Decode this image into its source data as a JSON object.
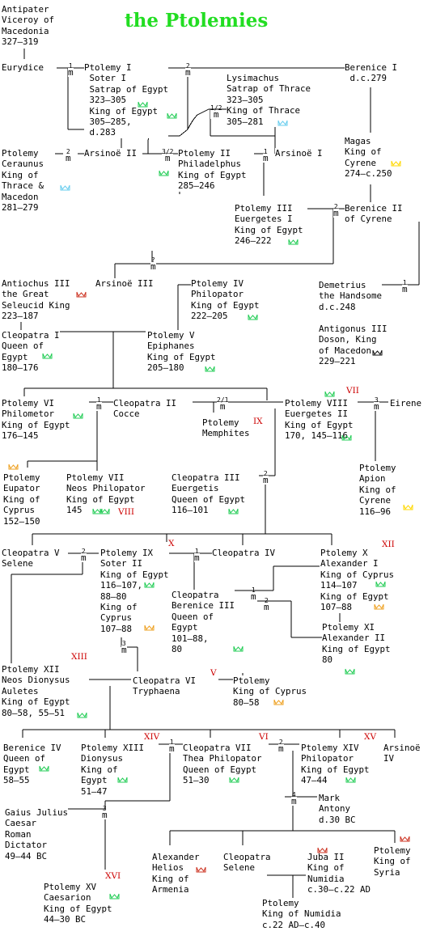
{
  "title": "the Ptolemies",
  "colors": {
    "title": "#22dd22",
    "crown_egypt": "#22cc55",
    "crown_thrace": "#66ccee",
    "crown_cyrene": "#ffd800",
    "crown_seleucid": "#cc3322",
    "crown_cyprus": "#eea020",
    "crown_macedon": "#111111",
    "ordinal": "#cc0000"
  },
  "people": {
    "antipater": [
      "Antipater",
      "Viceroy of",
      "Macedonia",
      "327–319"
    ],
    "eurydice": [
      "Eurydice"
    ],
    "ptolemy1": [
      "Ptolemy I",
      " Soter I",
      " Satrap of Egypt",
      " 323–305",
      " King of Egypt",
      " 305–285,",
      " d.283"
    ],
    "berenice1": [
      "Berenice I",
      " d.c.279"
    ],
    "lysimachus": [
      "Lysimachus",
      "Satrap of Thrace",
      "323–305",
      "King of Thrace",
      "305–281"
    ],
    "magas": [
      "Magas",
      "King of",
      "Cyrene",
      "274–c.250"
    ],
    "ceraunus": [
      "Ptolemy",
      "Ceraunus",
      "King of",
      "Thrace &",
      "Macedon",
      "281–279"
    ],
    "arsinoe2": [
      "Arsinoë II"
    ],
    "ptolemy2": [
      "Ptolemy II",
      "Philadelphus",
      "King of Egypt",
      "285–246"
    ],
    "arsinoe1": [
      "Arsinoë I"
    ],
    "ptolemy3": [
      "Ptolemy III",
      "Euergetes I",
      "King of Egypt",
      "246–222"
    ],
    "berenice2": [
      "Berenice II",
      "of Cyrene"
    ],
    "antiochus3": [
      "Antiochus III",
      "the Great",
      "Seleucid King",
      "223–187"
    ],
    "arsinoe3": [
      "Arsinoë III"
    ],
    "ptolemy4": [
      "Ptolemy IV",
      "Philopator",
      "King of Egypt",
      "222–205"
    ],
    "demetrius": [
      "Demetrius",
      "the Handsome",
      "d.c.248"
    ],
    "antigonus3": [
      "Antigonus III",
      "Doson, King",
      "of Macedon",
      "229–221"
    ],
    "cleopatra1": [
      "Cleopatra I",
      "Queen of",
      "Egypt",
      "180–176"
    ],
    "ptolemy5": [
      "Ptolemy V",
      "Epiphanes",
      "King of Egypt",
      "205–180"
    ],
    "ptolemy6": [
      "Ptolemy VI",
      "Philometor",
      "King of Egypt",
      "176–145"
    ],
    "cleopatra2": [
      "Cleopatra II",
      "Cocce"
    ],
    "memphites": [
      "Ptolemy",
      "Memphites"
    ],
    "ptolemy8": [
      "Ptolemy VIII",
      "Euergetes II",
      "King of Egypt",
      "170, 145–116"
    ],
    "eirene": [
      "Eirene"
    ],
    "eupator": [
      "Ptolemy",
      "Eupator",
      "King of",
      "Cyprus",
      "152–150"
    ],
    "ptolemy7": [
      "Ptolemy VII",
      "Neos Philopator",
      "King of Egypt",
      "145"
    ],
    "cleopatra3": [
      "Cleopatra III",
      "Euergetis",
      "Queen of Egypt",
      "116–101"
    ],
    "apion": [
      "Ptolemy",
      "Apion",
      "King of",
      "Cyrene",
      "116–96"
    ],
    "cleopatra5": [
      "Cleopatra V",
      "Selene"
    ],
    "ptolemy9": [
      "Ptolemy IX",
      "Soter II",
      "King of Egypt",
      "116–107,",
      "88–80",
      "King of",
      "Cyprus",
      "107–88"
    ],
    "cleopatra4": [
      "Cleopatra IV"
    ],
    "ptolemy10": [
      "Ptolemy X",
      "Alexander I",
      "King of Cyprus",
      "114–107",
      "King of Egypt",
      "107–88"
    ],
    "berenice3": [
      "Cleopatra",
      "Berenice III",
      "Queen of",
      "Egypt",
      "101–88,",
      "80"
    ],
    "ptolemy11": [
      "Ptolemy XI",
      "Alexander II",
      "King of Egypt",
      "80"
    ],
    "ptolemy12": [
      "Ptolemy XII",
      "Neos Dionysus",
      "Auletes",
      "King of Egypt",
      "80–58, 55–51"
    ],
    "cleopatra6": [
      "Cleopatra VI",
      "Tryphaena"
    ],
    "ptolemy_cyprus": [
      "Ptolemy",
      "King of Cyprus",
      "80–58"
    ],
    "berenice4": [
      "Berenice IV",
      "Queen of",
      "Egypt",
      "58–55"
    ],
    "ptolemy13": [
      "Ptolemy XIII",
      "Dionysus",
      "King of",
      "Egypt",
      "51–47"
    ],
    "cleopatra7": [
      "Cleopatra VII",
      "Thea Philopator",
      "Queen of Egypt",
      "51–30"
    ],
    "ptolemy14": [
      "Ptolemy XIV",
      "Philopator",
      "King of Egypt",
      "47–44"
    ],
    "arsinoe4": [
      "Arsinoë",
      "IV"
    ],
    "caesar": [
      "Gaius Julius",
      "Caesar",
      "Roman",
      "Dictator",
      "49–44 BC"
    ],
    "antony": [
      "Mark",
      "Antony",
      "d.30 BC"
    ],
    "helios": [
      "Alexander",
      "Helios",
      "King of",
      "Armenia"
    ],
    "selene": [
      "Cleopatra",
      "Selene"
    ],
    "juba2": [
      "Juba II",
      "King of",
      "Numidia",
      "c.30–c.22 AD"
    ],
    "ptolemy_syria": [
      "Ptolemy",
      "King of",
      "Syria"
    ],
    "ptolemy_numidia": [
      "Ptolemy",
      "King of Numidia",
      "c.22 AD–c.40"
    ],
    "caesarion": [
      "Ptolemy XV",
      "Caesarion",
      "King of Egypt",
      "44–30 BC"
    ]
  },
  "ordinals": {
    "memphites": "IX",
    "ptolemy8": "VII",
    "ptolemy7": "VIII",
    "ptolemy9": "X",
    "ptolemy10": "XII",
    "ptolemy12": "XIII",
    "cleopatra6": "V",
    "ptolemy13": "XIV",
    "cleopatra7": "VI",
    "ptolemy14": "XV",
    "caesarion": "XVI"
  },
  "marriage_marks": {
    "m_ptol1_eur": "1",
    "m_ptol1_ber": "2",
    "m_lys_ars": "1/2",
    "m_cer_ars": "2",
    "m_ars_p2": "3/2",
    "m_p2_a1": "1",
    "m_p3_b2": "2",
    "m_dem": "1",
    "m_a3_unknown": "?",
    "m_p6_c2": "1",
    "m_p8_c2": "2/1",
    "m_p8_eir": "3",
    "m_p8_c3": "2",
    "m_p9_c5": "2",
    "m_p9_c4": "1",
    "m_p10_b3": "1",
    "m_p11_b3": "2",
    "m_c6_p9": "3",
    "m_c7_p13": "1",
    "m_c7_p14": "2",
    "m_c7_ant": "4",
    "m_c7_caes": "3"
  }
}
